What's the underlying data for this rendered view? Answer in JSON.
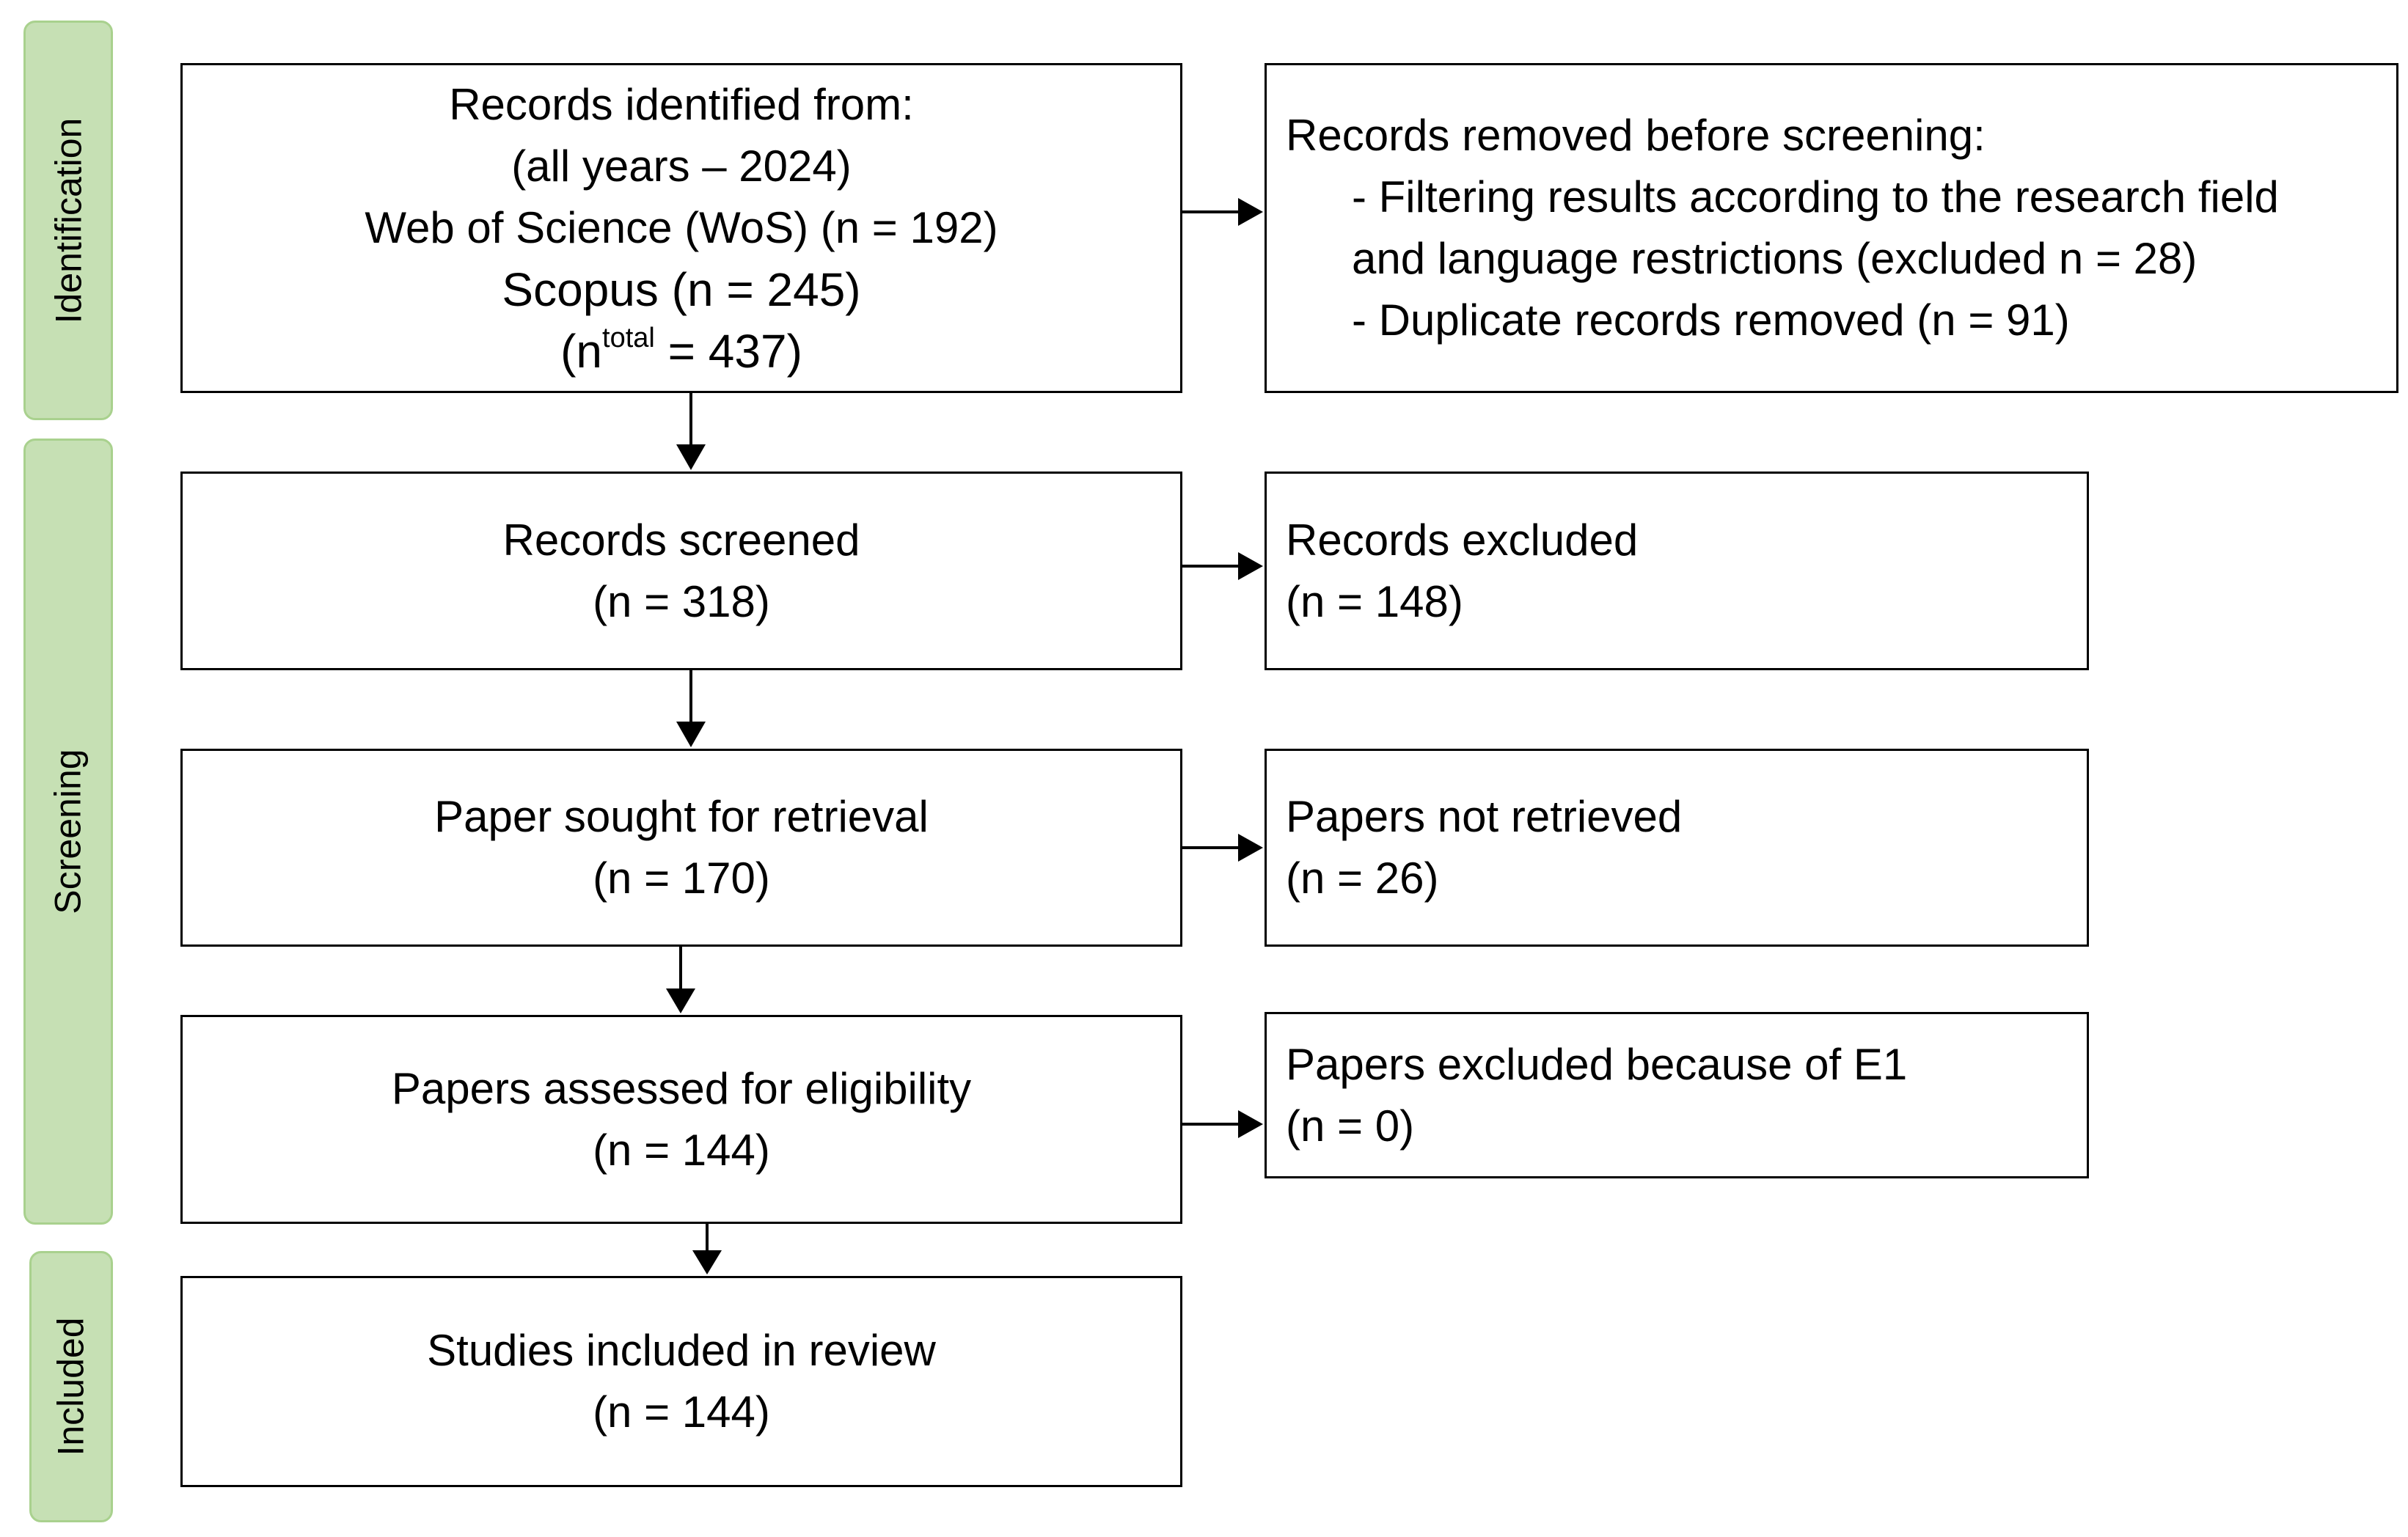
{
  "phases": {
    "identification": "Identification",
    "screening": "Screening",
    "included": "Included"
  },
  "identified": {
    "line1": "Records identified from:",
    "line2": "(all years – 2024)",
    "line3": "Web of Science (WoS) (n = 192)",
    "line4": "Scopus (n = 245)",
    "line5_open": "(n",
    "line5_sup": "total",
    "line5_close": " = 437)"
  },
  "removed": {
    "title": "Records removed before screening:",
    "item1_a": "- Filtering results according to the research field",
    "item1_b": "and language restrictions (excluded n = 28)",
    "item2": "- Duplicate records removed (n = 91)"
  },
  "screened": {
    "label": "Records screened",
    "count": "(n = 318)"
  },
  "excluded": {
    "label": "Records excluded",
    "count": "(n = 148)"
  },
  "sought": {
    "label": "Paper sought for retrieval",
    "count": "(n = 170)"
  },
  "not_retrieved": {
    "label": "Papers not retrieved",
    "count": "(n = 26)"
  },
  "assessed": {
    "label": "Papers assessed for eligibility",
    "count": "(n = 144)"
  },
  "excluded_e1": {
    "label": "Papers excluded because of E1",
    "count": "(n = 0)"
  },
  "included_studies": {
    "label": "Studies included in review",
    "count": "(n = 144)"
  }
}
